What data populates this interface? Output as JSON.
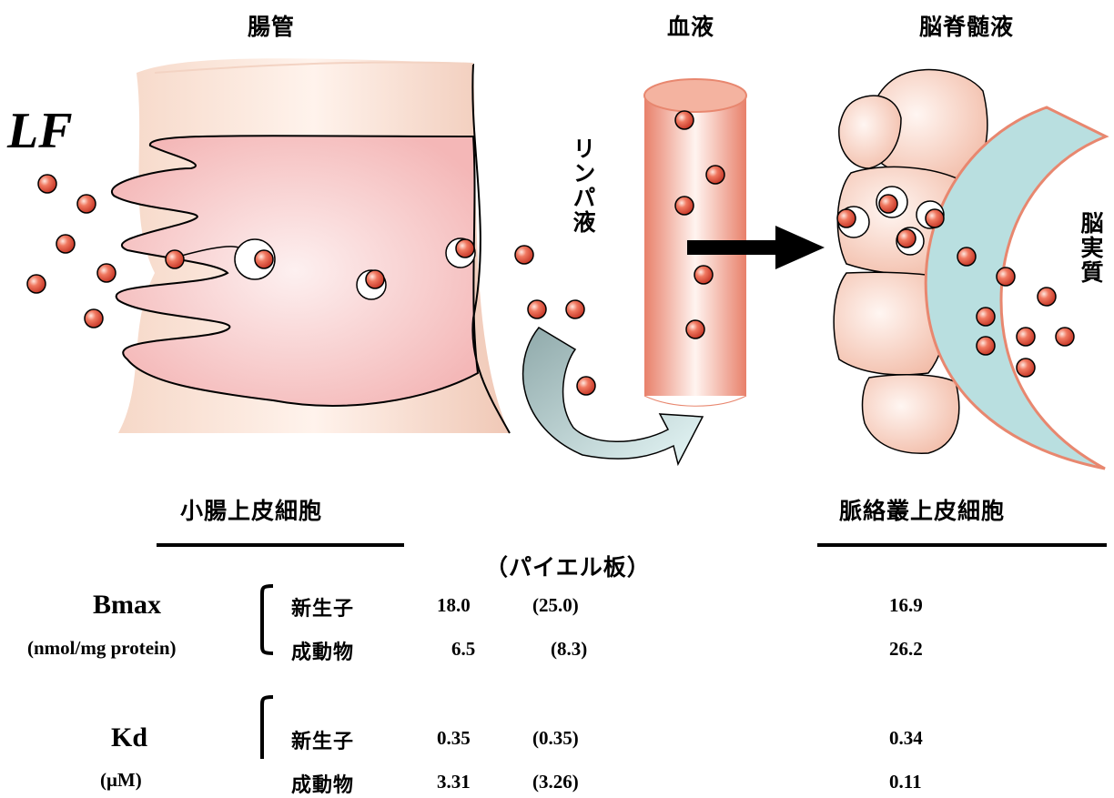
{
  "labels": {
    "intestine": "腸管",
    "blood": "血液",
    "csf": "脳脊髄液",
    "lf": "LF",
    "lymph": "リンパ液",
    "brain_parenchyma": "脳実質",
    "small_intestine_epithelium": "小腸上皮細胞",
    "choroid_plexus_epithelium": "脈絡叢上皮細胞",
    "peyer": "（パイエル板）"
  },
  "table": {
    "bmax": {
      "name": "Bmax",
      "unit": "(nmol/mg protein)",
      "rows": [
        {
          "group": "新生子",
          "intestine": "18.0",
          "peyer": "(25.0)",
          "choroid": "16.9"
        },
        {
          "group": "成動物",
          "intestine": "6.5",
          "peyer": "(8.3)",
          "choroid": "26.2"
        }
      ]
    },
    "kd": {
      "name": "Kd",
      "unit": "(μM)",
      "rows": [
        {
          "group": "新生子",
          "intestine": "0.35",
          "peyer": "(0.35)",
          "choroid": "0.34"
        },
        {
          "group": "成動物",
          "intestine": "3.31",
          "peyer": "(3.26)",
          "choroid": "0.11"
        }
      ]
    }
  },
  "colors": {
    "intestine_fill": "#f7c9c9",
    "intestine_edge": "#f2d0c0",
    "vessel": "#e8876f",
    "brain": "#b8e0e0",
    "brain_edge": "#e8876f",
    "cell_fill": "#f6d2c7",
    "particle": "#e85a4a",
    "arrow_curve": "#8aaeb0"
  }
}
